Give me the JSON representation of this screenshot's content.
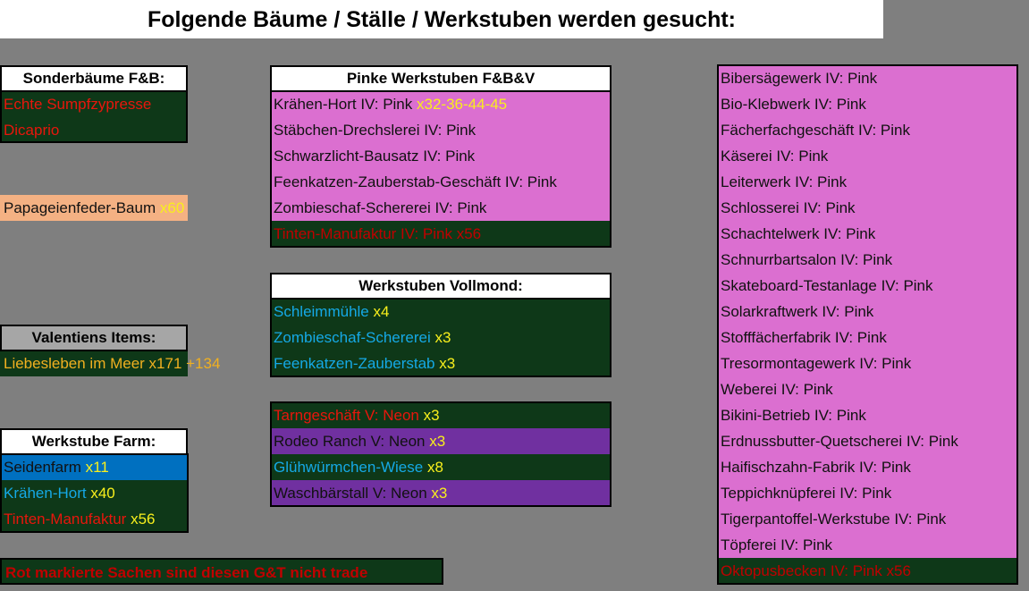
{
  "title": "Folgende Bäume / Ställe / Werkstuben werden gesucht:",
  "sonder": {
    "header": "Sonderbäume F&B:",
    "items": [
      "Echte Sumpfzypresse",
      "Dicaprio"
    ]
  },
  "papagei": {
    "name": "Papageienfeder-Baum",
    "qty": "x60"
  },
  "valentin": {
    "header": "Valentiens Items:",
    "item": "Liebesleben im Meer x171 +134"
  },
  "farm": {
    "header": "Werkstube Farm:",
    "items": [
      {
        "name": "Seidenfarm",
        "qty": "x11"
      },
      {
        "name": "Krähen-Hort",
        "qty": "x40"
      },
      {
        "name": "Tinten-Manufaktur",
        "qty": "x56"
      }
    ]
  },
  "note": "Rot markierte Sachen sind diesen G&T nicht trade",
  "pinke": {
    "header": "Pinke Werkstuben F&B&V",
    "first": {
      "name": "Krähen-Hort IV: Pink",
      "qty": "x32-36-44-45"
    },
    "items": [
      "Stäbchen-Drechslerei IV: Pink",
      "Schwarzlicht-Bausatz IV: Pink",
      "Feenkatzen-Zauberstab-Geschäft IV:  Pink",
      "Zombieschaf-Schererei IV:  Pink"
    ],
    "last": "Tinten-Manufaktur IV: Pink x56"
  },
  "vollmond": {
    "header": "Werkstuben Vollmond:",
    "items": [
      {
        "name": "Schleimmühle",
        "qty": "x4"
      },
      {
        "name": "Zombieschaf-Schererei",
        "qty": "x3"
      },
      {
        "name": "Feenkatzen-Zauberstab",
        "qty": "x3"
      }
    ]
  },
  "neon": {
    "items": [
      {
        "name": "Tarngeschäft V: Neon",
        "qty": "x3"
      },
      {
        "name": "Rodeo Ranch V: Neon",
        "qty": "x3"
      },
      {
        "name": "Glühwürmchen-Wiese",
        "qty": "x8"
      },
      {
        "name": "Waschbärstall V: Neon",
        "qty": "x3"
      }
    ]
  },
  "rightlist": {
    "items": [
      "Bibersägewerk IV: Pink",
      "Bio-Klebwerk IV: Pink",
      "Fächerfachgeschäft IV: Pink",
      "Käserei IV: Pink",
      "Leiterwerk IV: Pink",
      "Schlosserei IV: Pink",
      "Schachtelwerk IV: Pink",
      "Schnurrbartsalon IV: Pink",
      "Skateboard-Testanlage IV: Pink",
      "Solarkraftwerk IV: Pink",
      "Stofffächerfabrik IV: Pink",
      "Tresormontagewerk IV: Pink",
      "Weberei IV: Pink",
      "Bikini-Betrieb IV: Pink",
      "Erdnussbutter-Quetscherei IV: Pink",
      "Haifischzahn-Fabrik IV: Pink",
      "Teppichknüpferei IV: Pink",
      "Tigerpantoffel-Werkstube IV: Pink",
      "Töpferei IV: Pink"
    ],
    "last": "Oktopusbecken IV: Pink x56"
  }
}
